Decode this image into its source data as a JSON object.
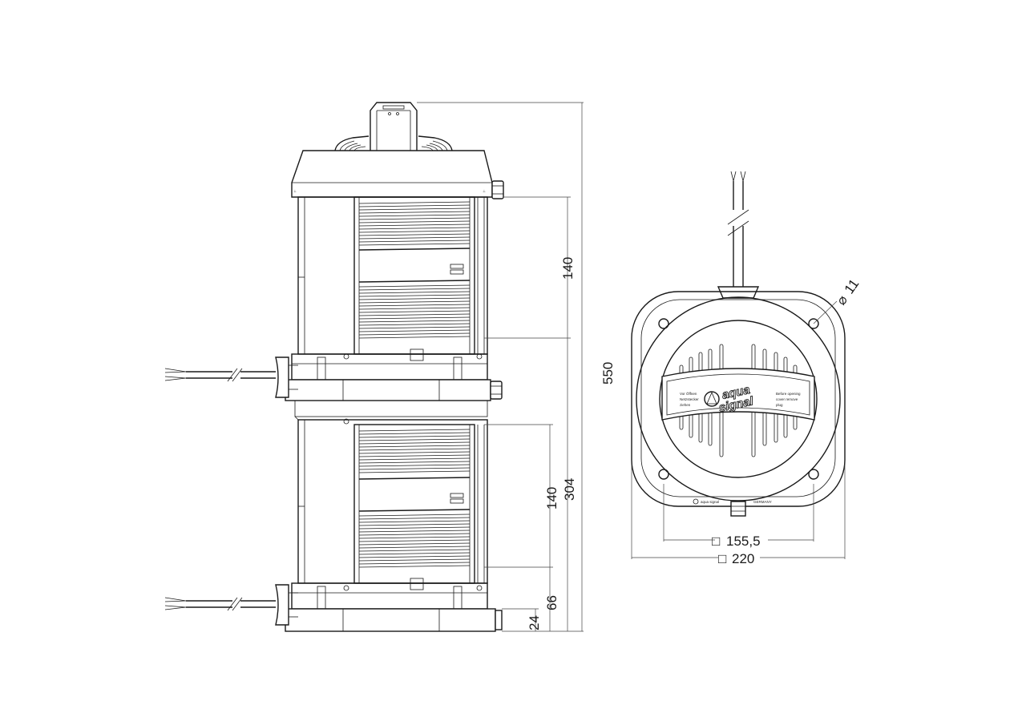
{
  "dimensions": {
    "upper_lens_height": "140",
    "lower_lens_height": "140",
    "total_height": "550",
    "lower_section_height": "304",
    "base_to_lens": "66",
    "base_height": "24",
    "bolt_hole": "11",
    "bolt_spacing": "155,5",
    "base_width": "220"
  },
  "symbols": {
    "diameter": "⌀",
    "square": "□"
  },
  "labels": {
    "brand_line1": "aqua",
    "brand_line2": "signal",
    "note_left_1": "Vor Öffnen",
    "note_left_2": "Netzstecker",
    "note_left_3": "ziehen",
    "note_right_1": "Before opening",
    "note_right_2": "cover remove",
    "note_right_3": "plug",
    "plate_brand": "aqua signal",
    "plate_country": "GERMANY"
  }
}
